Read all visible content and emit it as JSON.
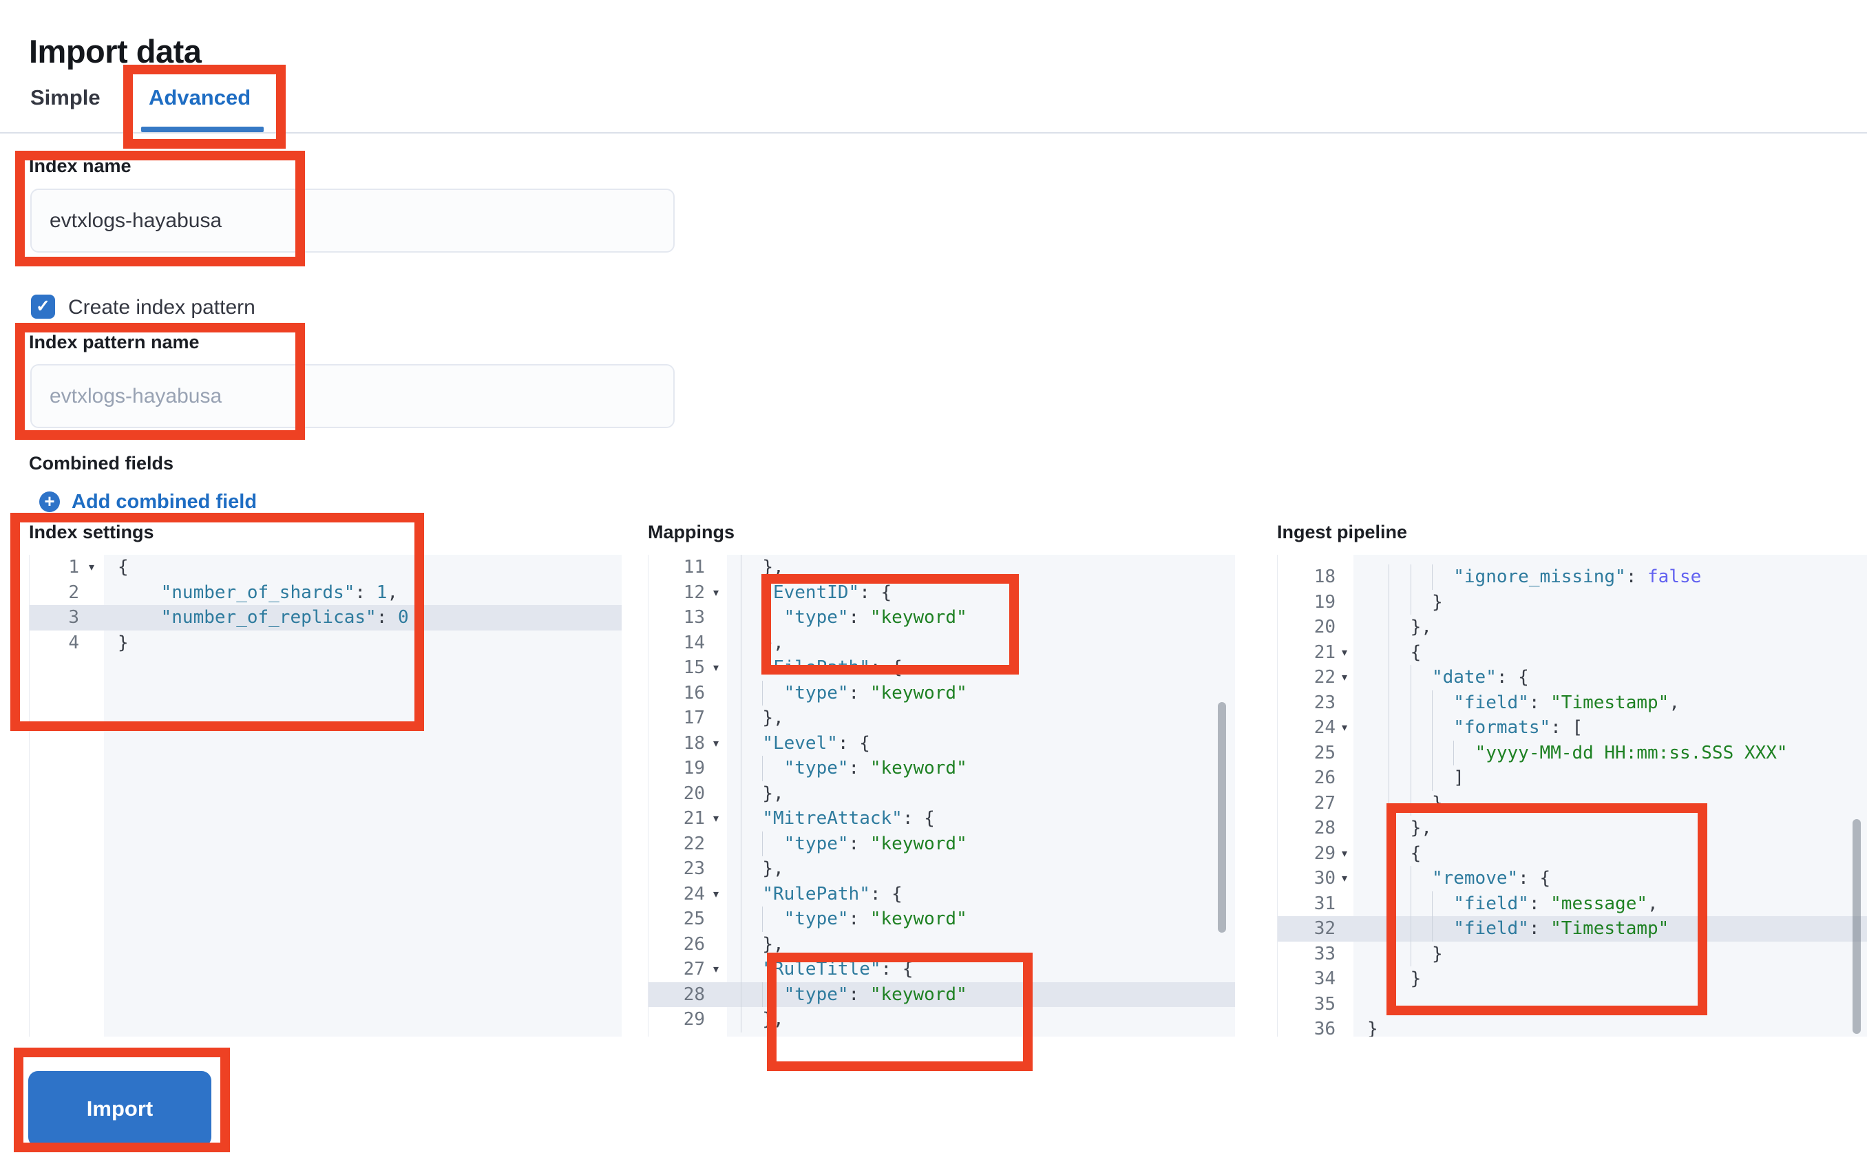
{
  "page": {
    "title": "Import data"
  },
  "tabs": [
    {
      "label": "Simple",
      "active": false
    },
    {
      "label": "Advanced",
      "active": true
    }
  ],
  "form": {
    "index_name": {
      "label": "Index name",
      "value": "evtxlogs-hayabusa"
    },
    "create_index_pattern": {
      "label": "Create index pattern",
      "checked": true
    },
    "index_pattern_name": {
      "label": "Index pattern name",
      "placeholder": "evtxlogs-hayabusa"
    },
    "combined_fields": {
      "label": "Combined fields",
      "add_link": "Add combined field"
    }
  },
  "icons": {
    "checkbox_check": "check-icon",
    "add_combined_field": "plus-in-circle-icon",
    "fold_arrow": "chevron-down-icon"
  },
  "editors": [
    {
      "label": "Index settings",
      "guide_start": null,
      "lines": [
        {
          "n": 1,
          "fold": true,
          "text": "{"
        },
        {
          "n": 2,
          "fold": false,
          "text": "    \"number_of_shards\": 1,"
        },
        {
          "n": 3,
          "fold": false,
          "text": "    \"number_of_replicas\": 0",
          "hl": true
        },
        {
          "n": 4,
          "fold": false,
          "text": "}"
        }
      ]
    },
    {
      "label": "Mappings",
      "guide_start": 0,
      "lines": [
        {
          "n": 11,
          "fold": false,
          "text": "  },"
        },
        {
          "n": 12,
          "fold": true,
          "text": "  \"EventID\": {"
        },
        {
          "n": 13,
          "fold": false,
          "text": "    \"type\": \"keyword\""
        },
        {
          "n": 14,
          "fold": false,
          "text": "  },"
        },
        {
          "n": 15,
          "fold": true,
          "text": "  \"FilePath\": {"
        },
        {
          "n": 16,
          "fold": false,
          "text": "    \"type\": \"keyword\""
        },
        {
          "n": 17,
          "fold": false,
          "text": "  },"
        },
        {
          "n": 18,
          "fold": true,
          "text": "  \"Level\": {"
        },
        {
          "n": 19,
          "fold": false,
          "text": "    \"type\": \"keyword\""
        },
        {
          "n": 20,
          "fold": false,
          "text": "  },"
        },
        {
          "n": 21,
          "fold": true,
          "text": "  \"MitreAttack\": {"
        },
        {
          "n": 22,
          "fold": false,
          "text": "    \"type\": \"keyword\""
        },
        {
          "n": 23,
          "fold": false,
          "text": "  },"
        },
        {
          "n": 24,
          "fold": true,
          "text": "  \"RulePath\": {"
        },
        {
          "n": 25,
          "fold": false,
          "text": "    \"type\": \"keyword\""
        },
        {
          "n": 26,
          "fold": false,
          "text": "  },"
        },
        {
          "n": 27,
          "fold": true,
          "text": "  \"RuleTitle\": {"
        },
        {
          "n": 28,
          "fold": false,
          "text": "    \"type\": \"keyword\"",
          "hl": true
        },
        {
          "n": 29,
          "fold": false,
          "text": "  },"
        }
      ]
    },
    {
      "label": "Ingest pipeline",
      "guide_start": 2,
      "lines": [
        {
          "n": 18,
          "fold": false,
          "text": "        \"ignore_missing\": false"
        },
        {
          "n": 19,
          "fold": false,
          "text": "      }"
        },
        {
          "n": 20,
          "fold": false,
          "text": "    },"
        },
        {
          "n": 21,
          "fold": true,
          "text": "    {"
        },
        {
          "n": 22,
          "fold": true,
          "text": "      \"date\": {"
        },
        {
          "n": 23,
          "fold": false,
          "text": "        \"field\": \"Timestamp\","
        },
        {
          "n": 24,
          "fold": true,
          "text": "        \"formats\": ["
        },
        {
          "n": 25,
          "fold": false,
          "text": "          \"yyyy-MM-dd HH:mm:ss.SSS XXX\""
        },
        {
          "n": 26,
          "fold": false,
          "text": "        ]"
        },
        {
          "n": 27,
          "fold": false,
          "text": "      }"
        },
        {
          "n": 28,
          "fold": false,
          "text": "    },"
        },
        {
          "n": 29,
          "fold": true,
          "text": "    {"
        },
        {
          "n": 30,
          "fold": true,
          "text": "      \"remove\": {"
        },
        {
          "n": 31,
          "fold": false,
          "text": "        \"field\": \"message\","
        },
        {
          "n": 32,
          "fold": false,
          "text": "        \"field\": \"Timestamp\"",
          "hl": true
        },
        {
          "n": 33,
          "fold": false,
          "text": "      }"
        },
        {
          "n": 34,
          "fold": false,
          "text": "    }"
        },
        {
          "n": 35,
          "fold": false,
          "text": "  ]"
        },
        {
          "n": 36,
          "fold": false,
          "text": "}"
        }
      ]
    }
  ],
  "import_button": {
    "label": "Import"
  },
  "colors": {
    "accent": "#2e73c8",
    "accent-text": "#1e6dc3",
    "accent-underline": "#3679c5",
    "annotation": "#ee4123",
    "content-bg": "#f5f7fa",
    "hl": "#e2e6ee",
    "code-key": "#2e7b9e",
    "code-str": "#1e8123",
    "code-num": "#2e7b9e",
    "code-const": "#6161f0"
  }
}
